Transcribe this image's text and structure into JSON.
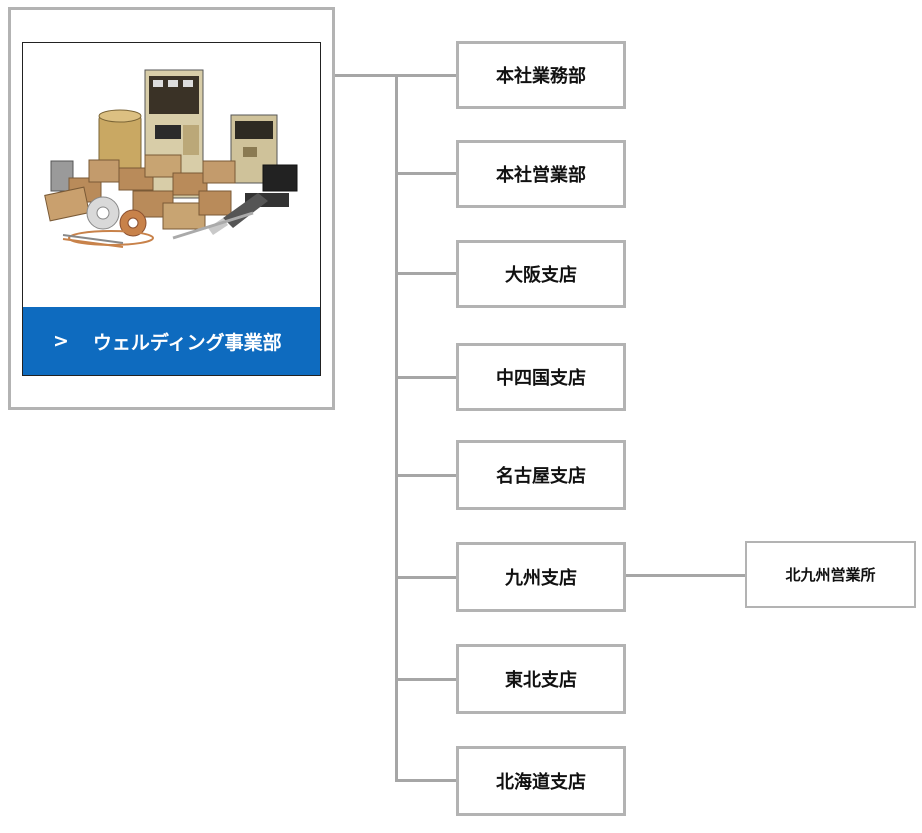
{
  "division": {
    "label": "ウェルディング事業部",
    "chevron": ">",
    "image_icon": "welding-products-photo"
  },
  "branches": [
    {
      "label": "本社業務部"
    },
    {
      "label": "本社営業部"
    },
    {
      "label": "大阪支店"
    },
    {
      "label": "中四国支店"
    },
    {
      "label": "名古屋支店"
    },
    {
      "label": "九州支店"
    },
    {
      "label": "東北支店"
    },
    {
      "label": "北海道支店"
    }
  ],
  "sub_offices": [
    {
      "label": "北九州営業所",
      "parent": "九州支店"
    }
  ],
  "colors": {
    "banner": "#0e6bbf",
    "border": "#b3b3b3",
    "connector": "#a6a6a6",
    "copper": "#c8824a",
    "cardboard": "#b98b5a"
  }
}
